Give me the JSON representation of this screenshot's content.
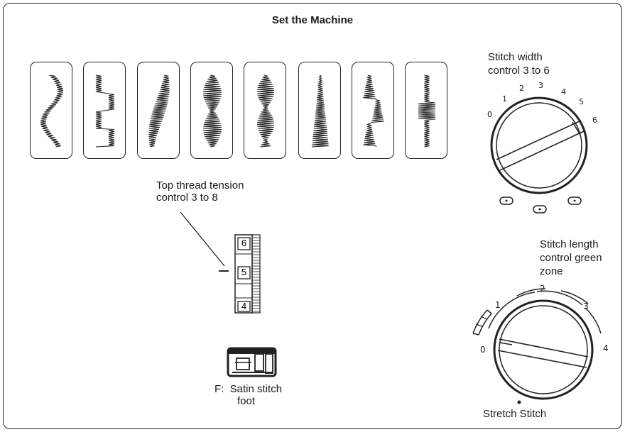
{
  "title": "Set the Machine",
  "stitch_patterns": [
    {
      "name": "multi-step zigzag"
    },
    {
      "name": "step zigzag"
    },
    {
      "name": "scallop satin"
    },
    {
      "name": "double scallop"
    },
    {
      "name": "diamond satin"
    },
    {
      "name": "arrowhead satin"
    },
    {
      "name": "staggered blocks"
    },
    {
      "name": "decorative spike"
    }
  ],
  "stitch_width": {
    "label_line1": "Stitch width",
    "label_line2": "control 3 to 6",
    "ticks": [
      "0",
      "1",
      "2",
      "3",
      "4",
      "5",
      "6"
    ]
  },
  "tension": {
    "label_line1": "Top thread tension",
    "label_line2": "control 3 to 8",
    "numbers": [
      "6",
      "5",
      "4"
    ]
  },
  "stitch_length": {
    "label_line1": "Stitch length",
    "label_line2": "control green",
    "label_line3": "zone",
    "ticks": [
      "0",
      "1",
      "2",
      "3",
      "4"
    ],
    "bottom_label": "Stretch Stitch"
  },
  "foot": {
    "line1": "F:  Satin stitch",
    "line2": "foot"
  }
}
